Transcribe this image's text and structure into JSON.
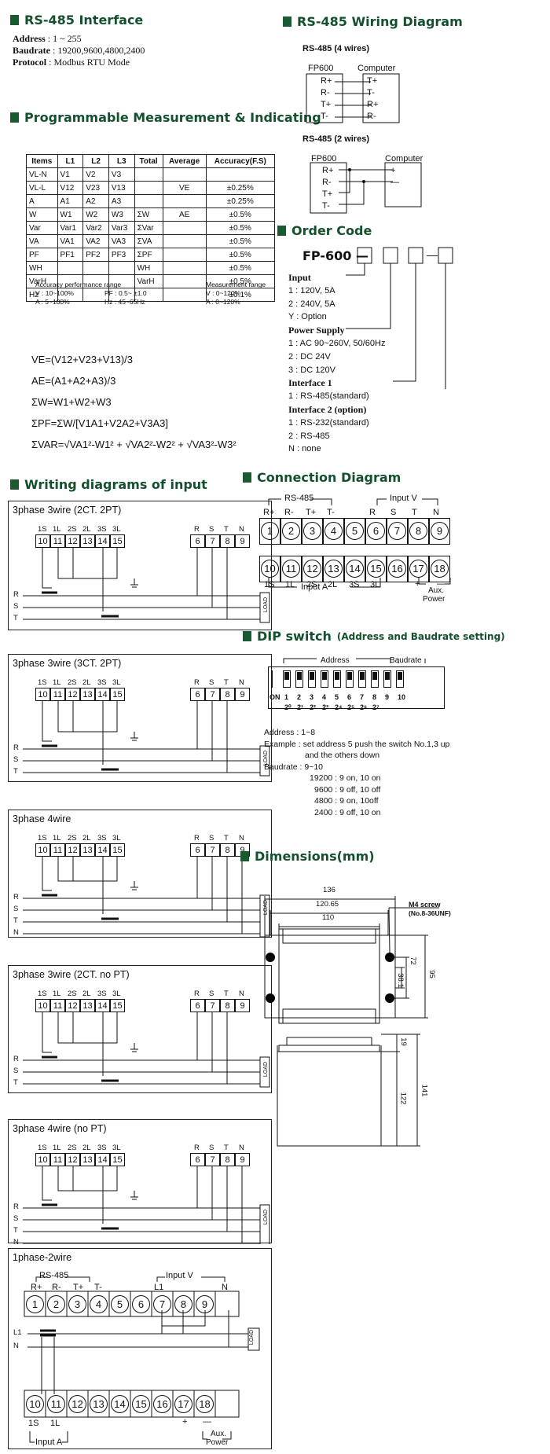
{
  "rs485": {
    "title": "RS-485 Interface",
    "address_label": "Address",
    "address_value": "1 ~ 255",
    "baud_label": "Baudrate",
    "baud_value": "19200,9600,4800,2400",
    "protocol_label": "Protocol",
    "protocol_value": "Modbus RTU Mode"
  },
  "measurement": {
    "title": "Programmable Measurement & Indicating",
    "headers": [
      "Items",
      "L1",
      "L2",
      "L3",
      "Total",
      "Average",
      "Accuracy(F.S)"
    ],
    "rows": [
      [
        "VL-N",
        "V1",
        "V2",
        "V3",
        "",
        "",
        ""
      ],
      [
        "VL-L",
        "V12",
        "V23",
        "V13",
        "",
        "VE",
        "±0.25%"
      ],
      [
        "A",
        "A1",
        "A2",
        "A3",
        "",
        "",
        "±0.25%"
      ],
      [
        "W",
        "W1",
        "W2",
        "W3",
        "ΣW",
        "AE",
        "±0.5%"
      ],
      [
        "Var",
        "Var1",
        "Var2",
        "Var3",
        "ΣVar",
        "",
        "±0.5%"
      ],
      [
        "VA",
        "VA1",
        "VA2",
        "VA3",
        "ΣVA",
        "",
        "±0.5%"
      ],
      [
        "PF",
        "PF1",
        "PF2",
        "PF3",
        "ΣPF",
        "",
        "±0.5%"
      ],
      [
        "WH",
        "",
        "",
        "",
        "WH",
        "",
        "±0.5%"
      ],
      [
        "VarH",
        "",
        "",
        "",
        "VarH",
        "",
        "±0.5%"
      ],
      [
        "Hz",
        "",
        "",
        "",
        "",
        "",
        "±0.1%"
      ]
    ],
    "acc_title": "Accuracy performance range",
    "acc_v": "V : 10~100%",
    "acc_pf": "PF : 0.5~ ±1.0",
    "acc_a": "A : 5~100%",
    "acc_hz": "Hz : 45~65Hz",
    "mr_title": "Measurement range",
    "mr_v": "V : 0~120%",
    "mr_a": "A : 0~120%"
  },
  "formulas": [
    "VE=(V12+V23+V13)/3",
    "AE=(A1+A2+A3)/3",
    "ΣW=W1+W2+W3",
    "ΣPF=ΣW/[V1A1+V2A2+V3A3]",
    "ΣVAR=√VA1²-W1² + √VA2²-W2² + √VA3²-W3²"
  ],
  "writing": {
    "title": "Writing diagrams of input",
    "diagrams": [
      {
        "title": "3phase 3wire (2CT. 2PT)",
        "lines": [
          "R",
          "S",
          "T"
        ]
      },
      {
        "title": "3phase 3wire (3CT. 2PT)",
        "lines": [
          "R",
          "S",
          "T"
        ]
      },
      {
        "title": "3phase 4wire",
        "lines": [
          "R",
          "S",
          "T",
          "N"
        ]
      },
      {
        "title": "3phase 3wire (2CT. no PT)",
        "lines": [
          "R",
          "S",
          "T"
        ]
      },
      {
        "title": "3phase 4wire (no PT)",
        "lines": [
          "R",
          "S",
          "T",
          "N"
        ]
      }
    ],
    "cur_labels": [
      "1S",
      "1L",
      "2S",
      "2L",
      "3S",
      "3L"
    ],
    "cur_terms": [
      "10",
      "11",
      "12",
      "13",
      "14",
      "15"
    ],
    "volt_labels": [
      "R",
      "S",
      "T",
      "N"
    ],
    "volt_terms": [
      "6",
      "7",
      "8",
      "9"
    ],
    "load": "LOAD",
    "single": {
      "title": "1phase-2wire",
      "rs485": "RS-485",
      "input_v": "Input V",
      "top_labels": [
        "R+",
        "R-",
        "T+",
        "T-",
        "L1",
        "N"
      ],
      "lines": [
        "L1",
        "N"
      ],
      "bottom_labels": [
        "1S",
        "1L"
      ],
      "input_a": "Input A",
      "aux": "Aux.",
      "power": "Power",
      "plus": "+",
      "minus": "—"
    }
  },
  "wiring": {
    "title": "RS-485 Wiring Diagram",
    "four": "RS-485 (4 wires)",
    "two": "RS-485 (2 wires)",
    "fp600": "FP600",
    "computer": "Computer",
    "left4": [
      "R+",
      "R-",
      "T+",
      "T-"
    ],
    "right4": [
      "T+",
      "T-",
      "R+",
      "R-"
    ],
    "left2": [
      "R+",
      "R-",
      "T+",
      "T-"
    ],
    "right2": [
      "+",
      "—"
    ]
  },
  "order": {
    "title": "Order Code",
    "code": "FP-600 —",
    "dash": "—",
    "groups": [
      {
        "label": "Input",
        "options": [
          "1 : 120V, 5A",
          "2 : 240V, 5A",
          "Y : Option"
        ]
      },
      {
        "label": "Power Supply",
        "options": [
          "1 : AC 90~260V, 50/60Hz",
          "2 : DC 24V",
          "3 : DC 120V"
        ]
      },
      {
        "label": "Interface 1",
        "options": [
          "1 : RS-485(standard)"
        ]
      },
      {
        "label": "Interface 2 (option)",
        "options": [
          "1 : RS-232(standard)",
          "2 : RS-485",
          "N : none"
        ]
      }
    ]
  },
  "connection": {
    "title": "Connection Diagram",
    "rs485": "RS-485",
    "input_v": "Input V",
    "top_labels": [
      "R+",
      "R-",
      "T+",
      "T-",
      "",
      "R",
      "S",
      "T",
      "N"
    ],
    "top_terms": [
      "1",
      "2",
      "3",
      "4",
      "5",
      "6",
      "7",
      "8",
      "9"
    ],
    "bottom_terms": [
      "10",
      "11",
      "12",
      "13",
      "14",
      "15",
      "16",
      "17",
      "18"
    ],
    "bottom_labels": [
      "1S",
      "1L",
      "2S",
      "2L",
      "3S",
      "3L"
    ],
    "input_a": "Input A",
    "aux": "Aux.",
    "power": "Power",
    "plus": "+",
    "minus": "—"
  },
  "dip": {
    "title": "DIP switch",
    "subtitle": "(Address and Baudrate setting)",
    "address_hdr": "Address",
    "baud_hdr": "Baudrate",
    "on": "ON",
    "numbers": [
      "1",
      "2",
      "3",
      "4",
      "5",
      "6",
      "7",
      "8",
      "9",
      "10"
    ],
    "powers": [
      "2⁰",
      "2¹",
      "2²",
      "2³",
      "2⁴",
      "2⁵",
      "2⁶",
      "2⁷"
    ],
    "notes": [
      "Address : 1~8",
      "Example : set address 5 push the switch No.1,3 up",
      "and the others down",
      "Baudrate : 9~10",
      "19200 : 9 on, 10 on",
      "9600 : 9 off, 10 off",
      "4800 : 9 on, 10off",
      "2400 : 9 off, 10 on"
    ]
  },
  "dims": {
    "title": "Dimensions(mm)",
    "d136": "136",
    "d12065": "120.65",
    "d110": "110",
    "screw": "M4 screw",
    "screw_sub": "(No.8-36UNF)",
    "d72": "72",
    "d381": "38.1",
    "d95": "95",
    "d19": "19",
    "d122": "122",
    "d141": "141"
  }
}
